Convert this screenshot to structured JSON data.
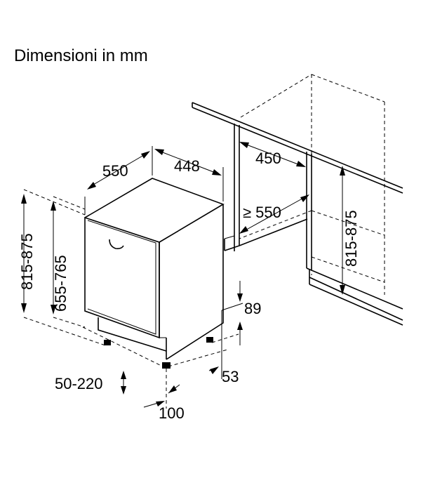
{
  "title": "Dimensioni in mm",
  "dimensions": {
    "appliance_depth": "550",
    "appliance_width": "448",
    "niche_width": "450",
    "niche_depth": "≥ 550",
    "niche_height": "815-875",
    "appliance_height": "815-875",
    "door_height": "655-765",
    "plinth_height": "89",
    "plinth_depth": "53",
    "foot_adjust": "50-220",
    "foot_offset": "100"
  }
}
